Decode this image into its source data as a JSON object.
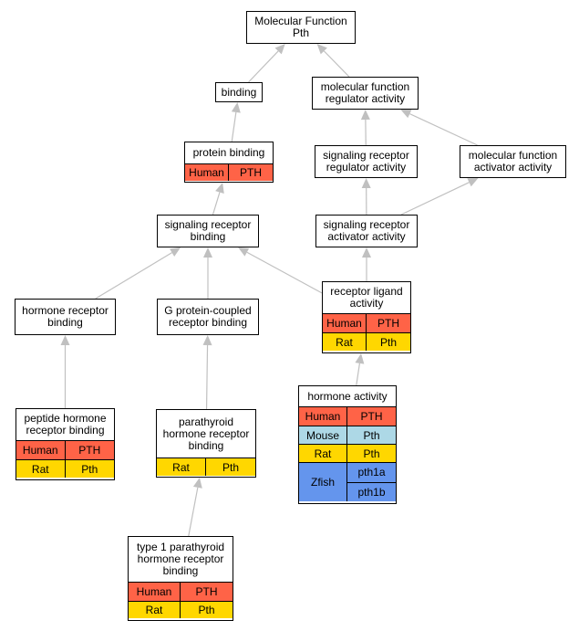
{
  "colors": {
    "edge": "#c0c0c0",
    "Human": "#ff6347",
    "Mouse": "#add8e6",
    "Rat": "#ffd700",
    "Zfish": "#6495ed"
  },
  "nodes": {
    "mf_pth": {
      "title": "Molecular Function\nPth",
      "ann": []
    },
    "binding": {
      "title": "binding",
      "ann": []
    },
    "mf_reg": {
      "title": "molecular function\nregulator activity",
      "ann": []
    },
    "protein_binding": {
      "title": "protein binding",
      "ann": [
        {
          "species": "Human",
          "genes": [
            "PTH"
          ]
        }
      ]
    },
    "sig_rec_reg": {
      "title": "signaling receptor\nregulator activity",
      "ann": []
    },
    "mf_act": {
      "title": "molecular function\nactivator activity",
      "ann": []
    },
    "sig_rec_binding": {
      "title": "signaling receptor\nbinding",
      "ann": []
    },
    "sig_rec_act": {
      "title": "signaling receptor\nactivator activity",
      "ann": []
    },
    "hormone_rec_binding": {
      "title": "hormone receptor\nbinding",
      "ann": []
    },
    "gpcr_binding": {
      "title": "G protein-coupled\nreceptor binding",
      "ann": []
    },
    "rec_ligand": {
      "title": "receptor ligand\nactivity",
      "ann": [
        {
          "species": "Human",
          "genes": [
            "PTH"
          ]
        },
        {
          "species": "Rat",
          "genes": [
            "Pth"
          ]
        }
      ]
    },
    "hormone_activity": {
      "title": "hormone activity",
      "ann": [
        {
          "species": "Human",
          "genes": [
            "PTH"
          ]
        },
        {
          "species": "Mouse",
          "genes": [
            "Pth"
          ]
        },
        {
          "species": "Rat",
          "genes": [
            "Pth"
          ]
        },
        {
          "species": "Zfish",
          "genes": [
            "pth1a",
            "pth1b"
          ]
        }
      ]
    },
    "peptide_hormone": {
      "title": "peptide hormone\nreceptor binding",
      "ann": [
        {
          "species": "Human",
          "genes": [
            "PTH"
          ]
        },
        {
          "species": "Rat",
          "genes": [
            "Pth"
          ]
        }
      ]
    },
    "parathyroid_binding": {
      "title": "parathyroid\nhormone receptor\nbinding",
      "ann": [
        {
          "species": "Rat",
          "genes": [
            "Pth"
          ]
        }
      ]
    },
    "type1_parathyroid": {
      "title": "type 1 parathyroid\nhormone receptor\nbinding",
      "ann": [
        {
          "species": "Human",
          "genes": [
            "PTH"
          ]
        },
        {
          "species": "Rat",
          "genes": [
            "Pth"
          ]
        }
      ]
    }
  },
  "edges": [
    [
      "binding",
      "mf_pth"
    ],
    [
      "mf_reg",
      "mf_pth"
    ],
    [
      "protein_binding",
      "binding"
    ],
    [
      "sig_rec_reg",
      "mf_reg"
    ],
    [
      "mf_act",
      "mf_reg"
    ],
    [
      "sig_rec_binding",
      "protein_binding"
    ],
    [
      "sig_rec_act",
      "sig_rec_reg"
    ],
    [
      "sig_rec_act",
      "mf_act"
    ],
    [
      "hormone_rec_binding",
      "sig_rec_binding"
    ],
    [
      "gpcr_binding",
      "sig_rec_binding"
    ],
    [
      "rec_ligand",
      "sig_rec_binding"
    ],
    [
      "rec_ligand",
      "sig_rec_act"
    ],
    [
      "hormone_activity",
      "rec_ligand"
    ],
    [
      "peptide_hormone",
      "hormone_rec_binding"
    ],
    [
      "parathyroid_binding",
      "gpcr_binding"
    ],
    [
      "type1_parathyroid",
      "parathyroid_binding"
    ]
  ]
}
